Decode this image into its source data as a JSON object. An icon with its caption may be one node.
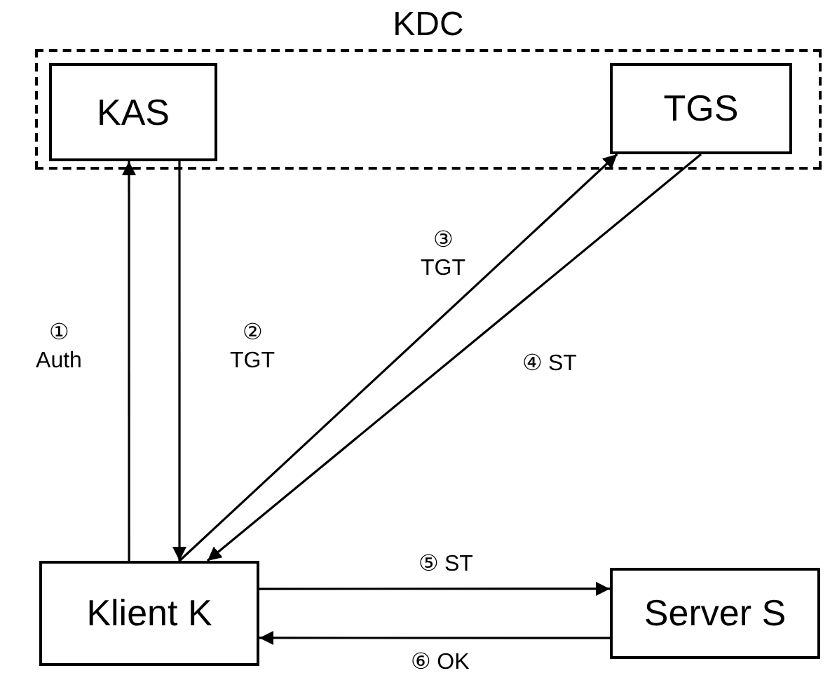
{
  "diagram": {
    "nodes": [
      {
        "text": [
          "KDC"
        ]
      },
      {
        "text": [
          "KAS"
        ],
        "in": 0
      },
      {
        "text": [
          "TGS"
        ],
        "in": 0
      },
      {
        "text": [
          "Klient K"
        ]
      },
      {
        "text": [
          "Server S"
        ]
      }
    ],
    "edges": [
      {
        "from": 3,
        "to": 1,
        "arrow": "to",
        "label": "① Auth"
      },
      {
        "from": 1,
        "to": 3,
        "arrow": "to",
        "label": "② TGT"
      },
      {
        "from": 3,
        "to": 2,
        "arrow": "to",
        "label": "③ TGT"
      },
      {
        "from": 2,
        "to": 3,
        "arrow": "to",
        "label": "④ ST"
      },
      {
        "from": 3,
        "to": 4,
        "arrow": "to",
        "label": "⑤ ST"
      },
      {
        "from": 4,
        "to": 3,
        "arrow": "to",
        "label": "⑥ OK"
      }
    ]
  }
}
